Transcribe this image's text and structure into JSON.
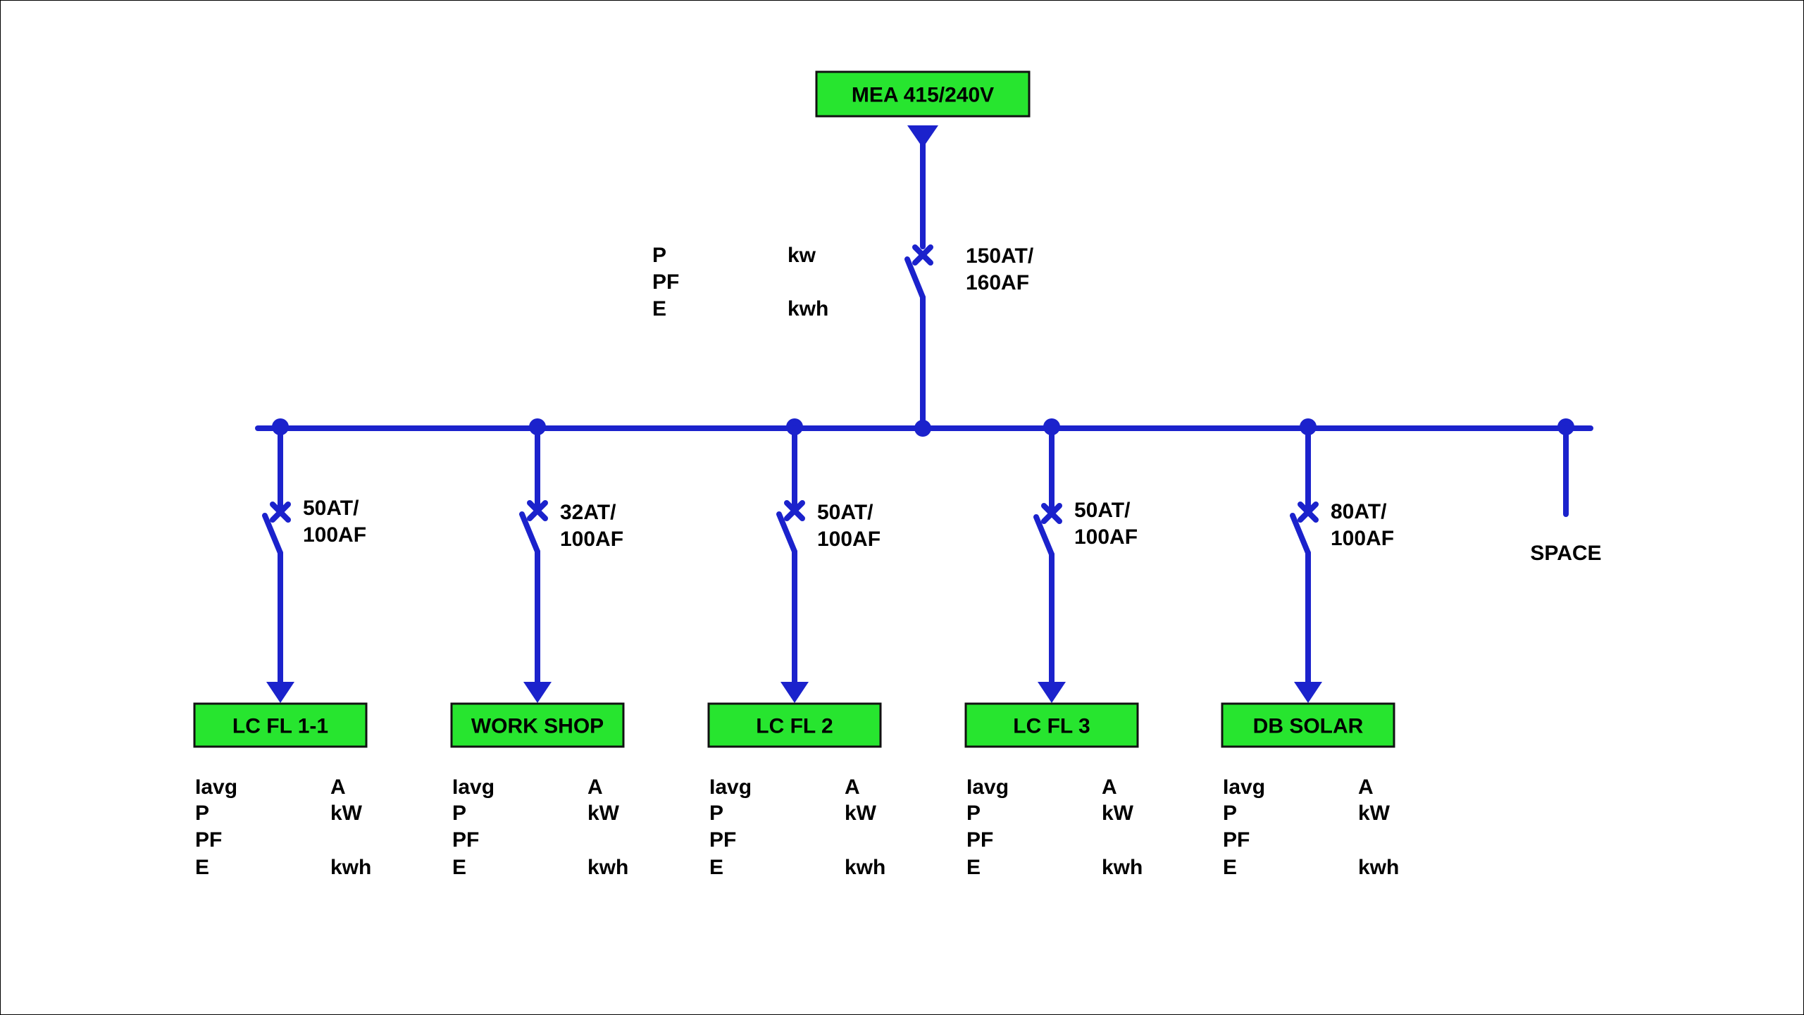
{
  "colors": {
    "line": "#1b22cc",
    "box_fill": "#27e52f",
    "box_border": "#111111",
    "text": "#000000",
    "background": "#ffffff"
  },
  "source": {
    "label": "MEA 415/240V",
    "breaker": {
      "line1": "150AT/",
      "line2": "160AF"
    },
    "meter": [
      {
        "label": "P",
        "unit": "kw"
      },
      {
        "label": "PF",
        "unit": ""
      },
      {
        "label": "E",
        "unit": "kwh"
      }
    ]
  },
  "feeders": [
    {
      "label": "LC FL 1-1",
      "breaker": {
        "line1": "50AT/",
        "line2": "100AF"
      },
      "meter": [
        {
          "label": "Iavg",
          "unit": "A"
        },
        {
          "label": "P",
          "unit": "kW"
        },
        {
          "label": "PF",
          "unit": ""
        },
        {
          "label": "E",
          "unit": "kwh"
        }
      ]
    },
    {
      "label": "WORK SHOP",
      "breaker": {
        "line1": "32AT/",
        "line2": "100AF"
      },
      "meter": [
        {
          "label": "Iavg",
          "unit": "A"
        },
        {
          "label": "P",
          "unit": "kW"
        },
        {
          "label": "PF",
          "unit": ""
        },
        {
          "label": "E",
          "unit": "kwh"
        }
      ]
    },
    {
      "label": "LC FL 2",
      "breaker": {
        "line1": "50AT/",
        "line2": "100AF"
      },
      "meter": [
        {
          "label": "Iavg",
          "unit": "A"
        },
        {
          "label": "P",
          "unit": "kW"
        },
        {
          "label": "PF",
          "unit": ""
        },
        {
          "label": "E",
          "unit": "kwh"
        }
      ]
    },
    {
      "label": "LC FL 3",
      "breaker": {
        "line1": "50AT/",
        "line2": "100AF"
      },
      "meter": [
        {
          "label": "Iavg",
          "unit": "A"
        },
        {
          "label": "P",
          "unit": "kW"
        },
        {
          "label": "PF",
          "unit": ""
        },
        {
          "label": "E",
          "unit": "kwh"
        }
      ]
    },
    {
      "label": "DB SOLAR",
      "breaker": {
        "line1": "80AT/",
        "line2": "100AF"
      },
      "meter": [
        {
          "label": "Iavg",
          "unit": "A"
        },
        {
          "label": "P",
          "unit": "kW"
        },
        {
          "label": "PF",
          "unit": ""
        },
        {
          "label": "E",
          "unit": "kwh"
        }
      ]
    }
  ],
  "spare": {
    "label": "SPACE"
  }
}
